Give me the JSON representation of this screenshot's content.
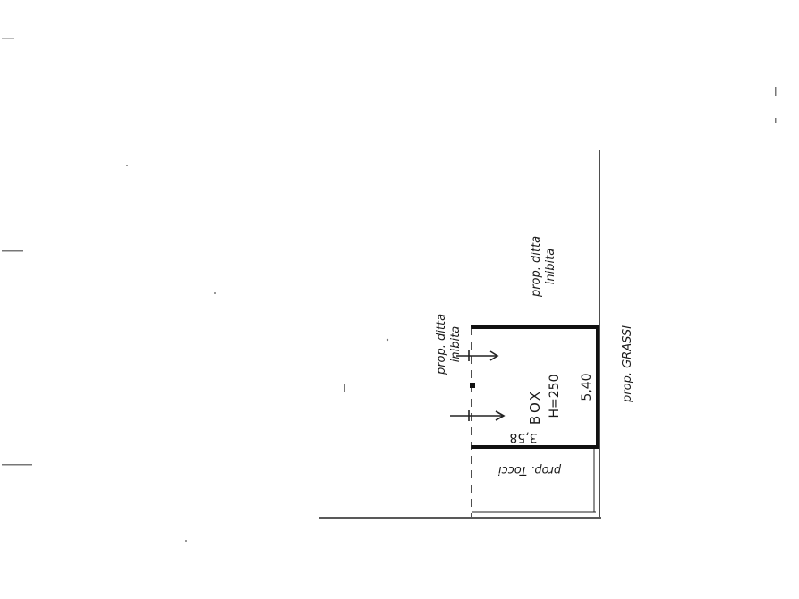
{
  "labels": {
    "prop_top": [
      "prop. ditta",
      "inibita"
    ],
    "prop_left": [
      "prop. ditta",
      "inibita"
    ],
    "box_title": "BOX",
    "box_height": "H=250",
    "dim_length": "5,40",
    "dim_width": "3,58",
    "prop_right": "prop. GRASSI",
    "prop_bottom": "prop. Tocci"
  },
  "colors": {
    "ink": "#111111",
    "paper": "#ffffff"
  }
}
